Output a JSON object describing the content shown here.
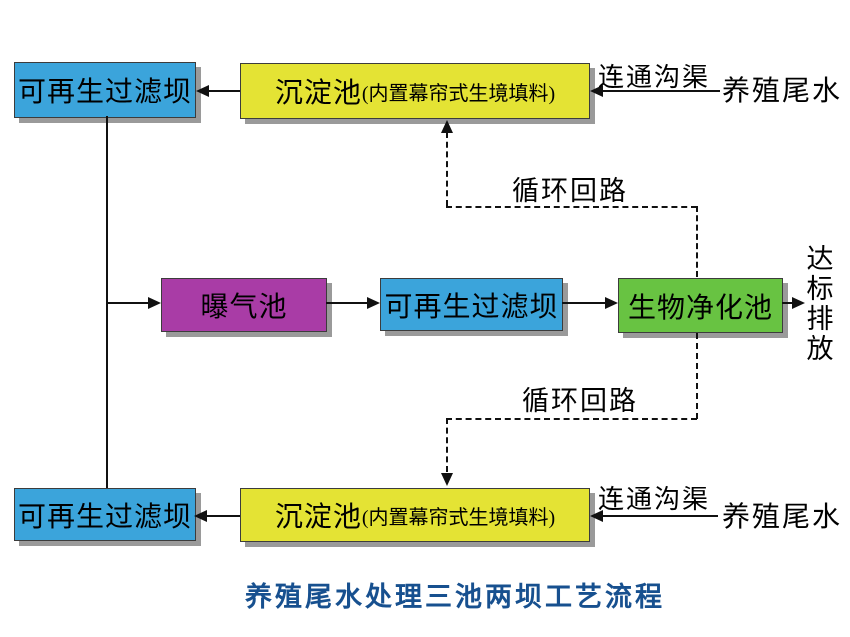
{
  "diagram": {
    "caption": "养殖尾水处理三池两坝工艺流程",
    "nodes": {
      "filter_dam_top": "可再生过滤坝",
      "sedimentation_top_main": "沉淀池",
      "sedimentation_top_sub": "(内置幕帘式生境填料)",
      "aeration_pond": "曝气池",
      "filter_dam_mid": "可再生过滤坝",
      "bio_purification_pond": "生物净化池",
      "filter_dam_bottom": "可再生过滤坝",
      "sedimentation_bottom_main": "沉淀池",
      "sedimentation_bottom_sub": "(内置幕帘式生境填料)"
    },
    "labels": {
      "connecting_ditch_top": "连通沟渠",
      "tail_water_top": "养殖尾水",
      "loop_top": "循环回路",
      "loop_bottom": "循环回路",
      "connecting_ditch_bottom": "连通沟渠",
      "tail_water_bottom": "养殖尾水",
      "discharge": "达标排放"
    },
    "colors": {
      "box_blue": "#3BA4DB",
      "box_yellow": "#E4E334",
      "box_purple": "#A93CA6",
      "box_green": "#68C342",
      "line_black": "#111111",
      "caption_blue": "#17508F"
    },
    "flow": {
      "edges": [
        {
          "from": "sedimentation_top",
          "to": "filter_dam_top",
          "style": "solid"
        },
        {
          "from": "tail_water_top",
          "to": "sedimentation_top",
          "style": "solid",
          "label": "连通沟渠"
        },
        {
          "from": "filter_dam_top",
          "to": "aeration_pond",
          "style": "solid"
        },
        {
          "from": "filter_dam_bottom",
          "to": "aeration_pond",
          "style": "solid"
        },
        {
          "from": "aeration_pond",
          "to": "filter_dam_mid",
          "style": "solid"
        },
        {
          "from": "filter_dam_mid",
          "to": "bio_purification_pond",
          "style": "solid"
        },
        {
          "from": "bio_purification_pond",
          "to": "discharge",
          "style": "solid"
        },
        {
          "from": "bio_purification_pond",
          "to": "sedimentation_top",
          "style": "dashed",
          "label": "循环回路"
        },
        {
          "from": "bio_purification_pond",
          "to": "sedimentation_bottom",
          "style": "dashed",
          "label": "循环回路"
        },
        {
          "from": "sedimentation_bottom",
          "to": "filter_dam_bottom",
          "style": "solid"
        },
        {
          "from": "tail_water_bottom",
          "to": "sedimentation_bottom",
          "style": "solid",
          "label": "连通沟渠"
        }
      ]
    }
  }
}
